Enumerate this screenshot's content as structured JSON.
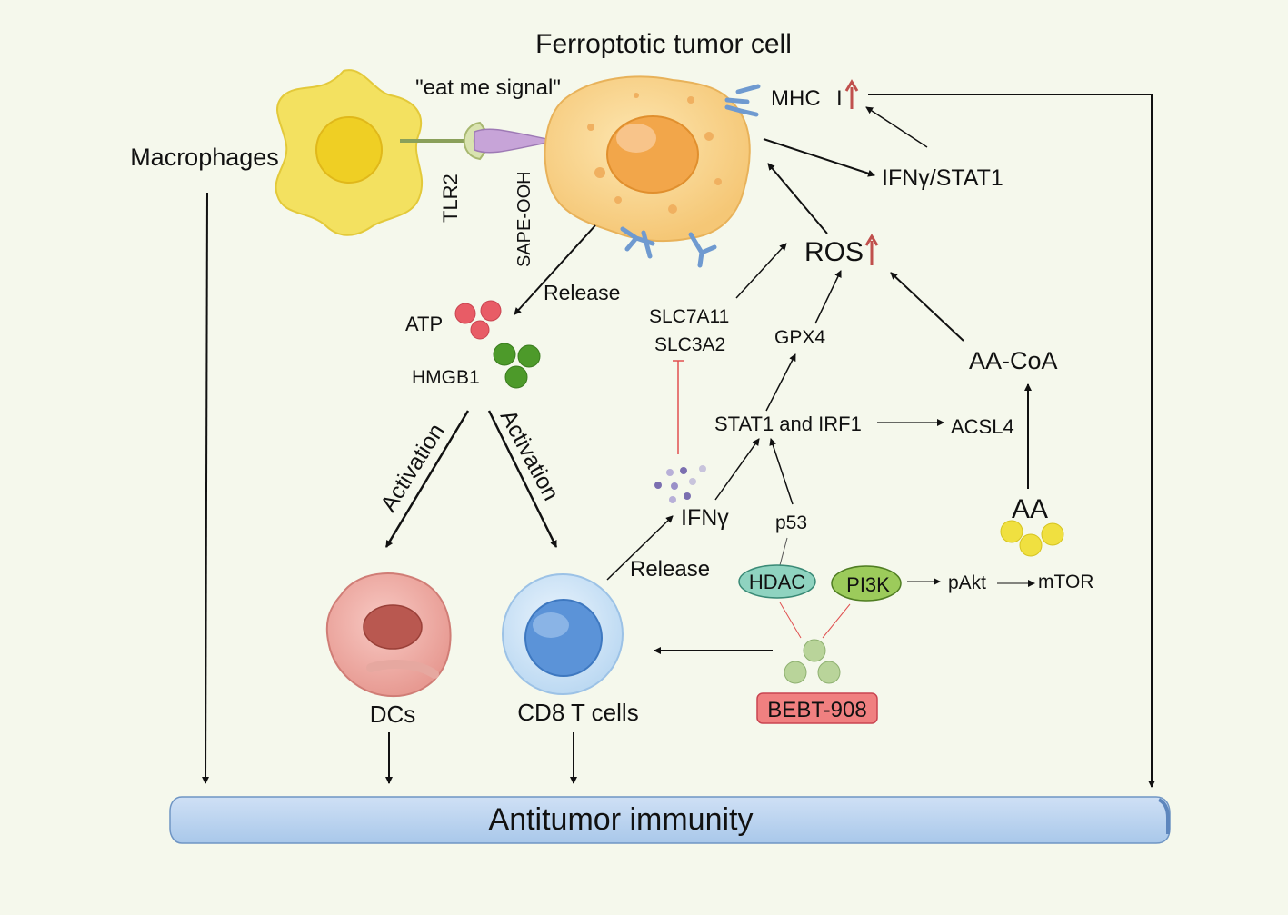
{
  "title": "Ferroptotic tumor cell",
  "labels": {
    "eat_me": "\"eat me signal\"",
    "macrophages": "Macrophages",
    "tlr2": "TLR2",
    "sape_ooh": "SAPE-OOH",
    "mhc": "MHC",
    "mhc_class": "I",
    "ifng_stat1": "IFNγ/STAT1",
    "ros": "ROS",
    "release_top": "Release",
    "atp": "ATP",
    "hmgb1": "HMGB1",
    "slc7a11": "SLC7A11",
    "slc3a2": "SLC3A2",
    "gpx4": "GPX4",
    "aa_coa": "AA-CoA",
    "stat1_irf1": "STAT1 and IRF1",
    "acsl4": "ACSL4",
    "activation_left": "Activation",
    "activation_right": "Activation",
    "ifng": "IFNγ",
    "p53": "p53",
    "aa": "AA",
    "release_bottom": "Release",
    "hdac": "HDAC",
    "pi3k": "PI3K",
    "pakt": "pAkt",
    "mtor": "mTOR",
    "dcs": "DCs",
    "cd8": "CD8 T cells",
    "bebt": "BEBT-908",
    "antitumor": "Antitumor immunity"
  },
  "colors": {
    "background": "#f5f8ec",
    "up_arrow": "#c0504d",
    "inhibit": "#e05050",
    "bar": "#b8d2ee",
    "hdac": "#8fd3c0",
    "pi3k": "#9ccb5b",
    "bebt": "#f08080"
  }
}
